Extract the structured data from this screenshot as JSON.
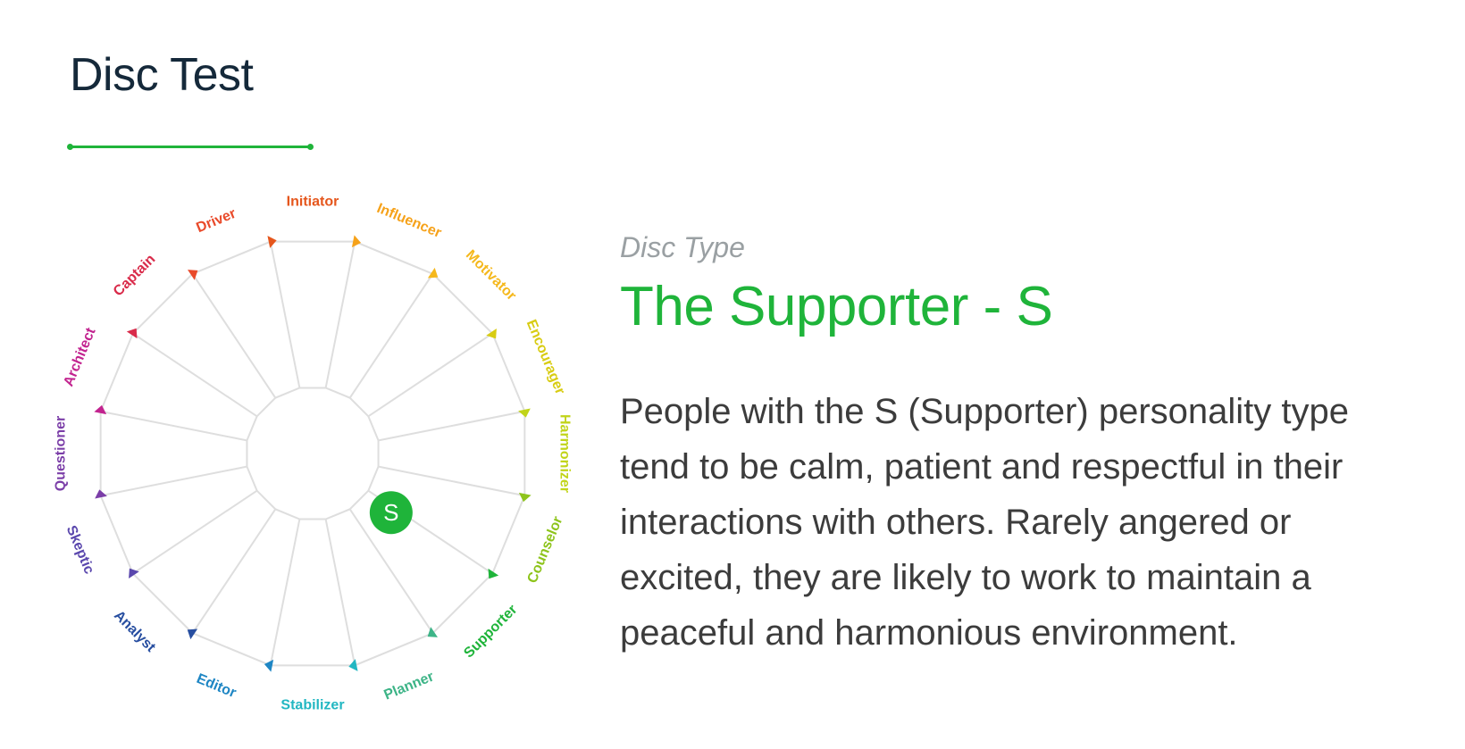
{
  "page": {
    "title": "Disc Test",
    "accent": "#1fb43a"
  },
  "result": {
    "caption": "Disc Type",
    "name": "The Supporter - S",
    "description": "People with the S (Supporter) personality type tend to be calm, patient and respectful in their interactions with others. Rarely angered or excited, they are likely to work to maintain a peaceful and harmonious environment.",
    "name_color": "#1fb43a"
  },
  "wheel": {
    "badge": {
      "text": "S",
      "color": "#1fb43a"
    },
    "line_color": "#dedede",
    "segments": [
      {
        "label": "Initiator",
        "color": "#e5561c"
      },
      {
        "label": "Influencer",
        "color": "#f6a21a"
      },
      {
        "label": "Motivator",
        "color": "#f5b81c"
      },
      {
        "label": "Encourager",
        "color": "#d8cc12"
      },
      {
        "label": "Harmonizer",
        "color": "#c1d419"
      },
      {
        "label": "Counselor",
        "color": "#8ec41c"
      },
      {
        "label": "Supporter",
        "color": "#1fb43a"
      },
      {
        "label": "Planner",
        "color": "#3db487"
      },
      {
        "label": "Stabilizer",
        "color": "#22b7c2"
      },
      {
        "label": "Editor",
        "color": "#1e86c4"
      },
      {
        "label": "Analyst",
        "color": "#274ea0"
      },
      {
        "label": "Skeptic",
        "color": "#5a47ad"
      },
      {
        "label": "Questioner",
        "color": "#7b3ea8"
      },
      {
        "label": "Architect",
        "color": "#c2238f"
      },
      {
        "label": "Captain",
        "color": "#d92b4a"
      },
      {
        "label": "Driver",
        "color": "#e94a2a"
      }
    ]
  }
}
